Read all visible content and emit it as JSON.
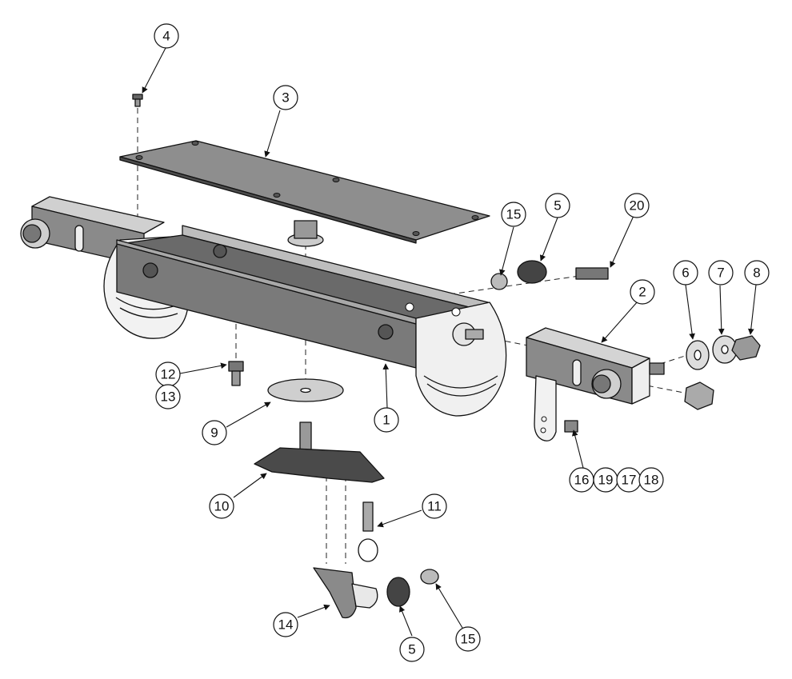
{
  "callouts": [
    "1",
    "2",
    "3",
    "4",
    "5",
    "5",
    "6",
    "7",
    "8",
    "9",
    "10",
    "11",
    "12",
    "13",
    "14",
    "15",
    "15",
    "16",
    "19",
    "17",
    "18",
    "20"
  ],
  "colors": {
    "line": "#111111",
    "shade_dark": "#6f6f6f",
    "shade_mid": "#9a9a9a",
    "shade_light": "#c9c9c9",
    "face": "#b5b5b5"
  }
}
